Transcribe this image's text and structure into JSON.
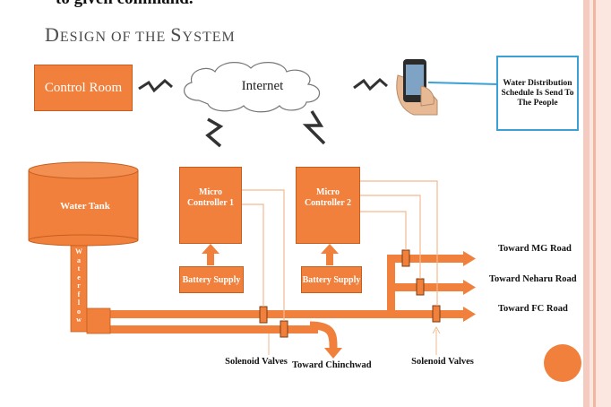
{
  "slide": {
    "top_fragment": "to given command.",
    "title_first_letter_1": "D",
    "title_rest_1": "ESIGN OF THE ",
    "title_first_letter_2": "S",
    "title_rest_2": "YSTEM"
  },
  "control_room": {
    "label": "Control Room"
  },
  "internet": {
    "label": "Internet"
  },
  "callout": {
    "text": "Water Distribution Schedule Is Send To The People"
  },
  "water_tank": {
    "label": "Water Tank"
  },
  "water_flow": {
    "label": "Waterflow"
  },
  "micro_controller_1": {
    "label": "Micro Controller 1"
  },
  "micro_controller_2": {
    "label": "Micro Controller 2"
  },
  "battery_1": {
    "label": "Battery Supply"
  },
  "battery_2": {
    "label": "Battery Supply"
  },
  "destinations": {
    "mg_road": "Toward MG Road",
    "neharu_road": "Toward Neharu Road",
    "fc_road": "Toward FC Road",
    "chinchwad": "Toward Chinchwad"
  },
  "valves_left": "Solenoid Valves",
  "valves_right": "Solenoid Valves",
  "colors": {
    "accent": "#f0803c",
    "wire": "#f2b98f",
    "callout_border": "#3aa0d6"
  }
}
